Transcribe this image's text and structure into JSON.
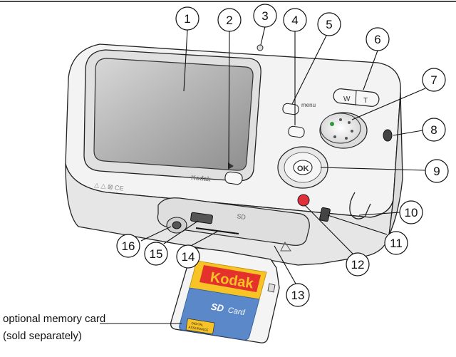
{
  "camera": {
    "brand_lettering": "Kodak",
    "menu_label": "menu",
    "ok_label": "OK",
    "wide_label": "W",
    "tele_label": "T"
  },
  "memory_card": {
    "brand": "Kodak",
    "sd_logo": "SD",
    "card_word": "Card",
    "badge_line1": "DIGITAL",
    "badge_line2": "ASSURANCE"
  },
  "caption": {
    "line1": "optional memory card",
    "line2": "(sold separately)"
  },
  "callouts": [
    "1",
    "2",
    "3",
    "4",
    "5",
    "6",
    "7",
    "8",
    "9",
    "10",
    "11",
    "12",
    "13",
    "14",
    "15",
    "16"
  ],
  "colors": {
    "line": "#111111",
    "camera_body": "#f2f2f2",
    "lcd": "#a8a8a8",
    "card_yellow": "#f7c325",
    "card_red": "#e4312b",
    "card_blue": "#5a88c9",
    "record_button": "#e0303a"
  }
}
